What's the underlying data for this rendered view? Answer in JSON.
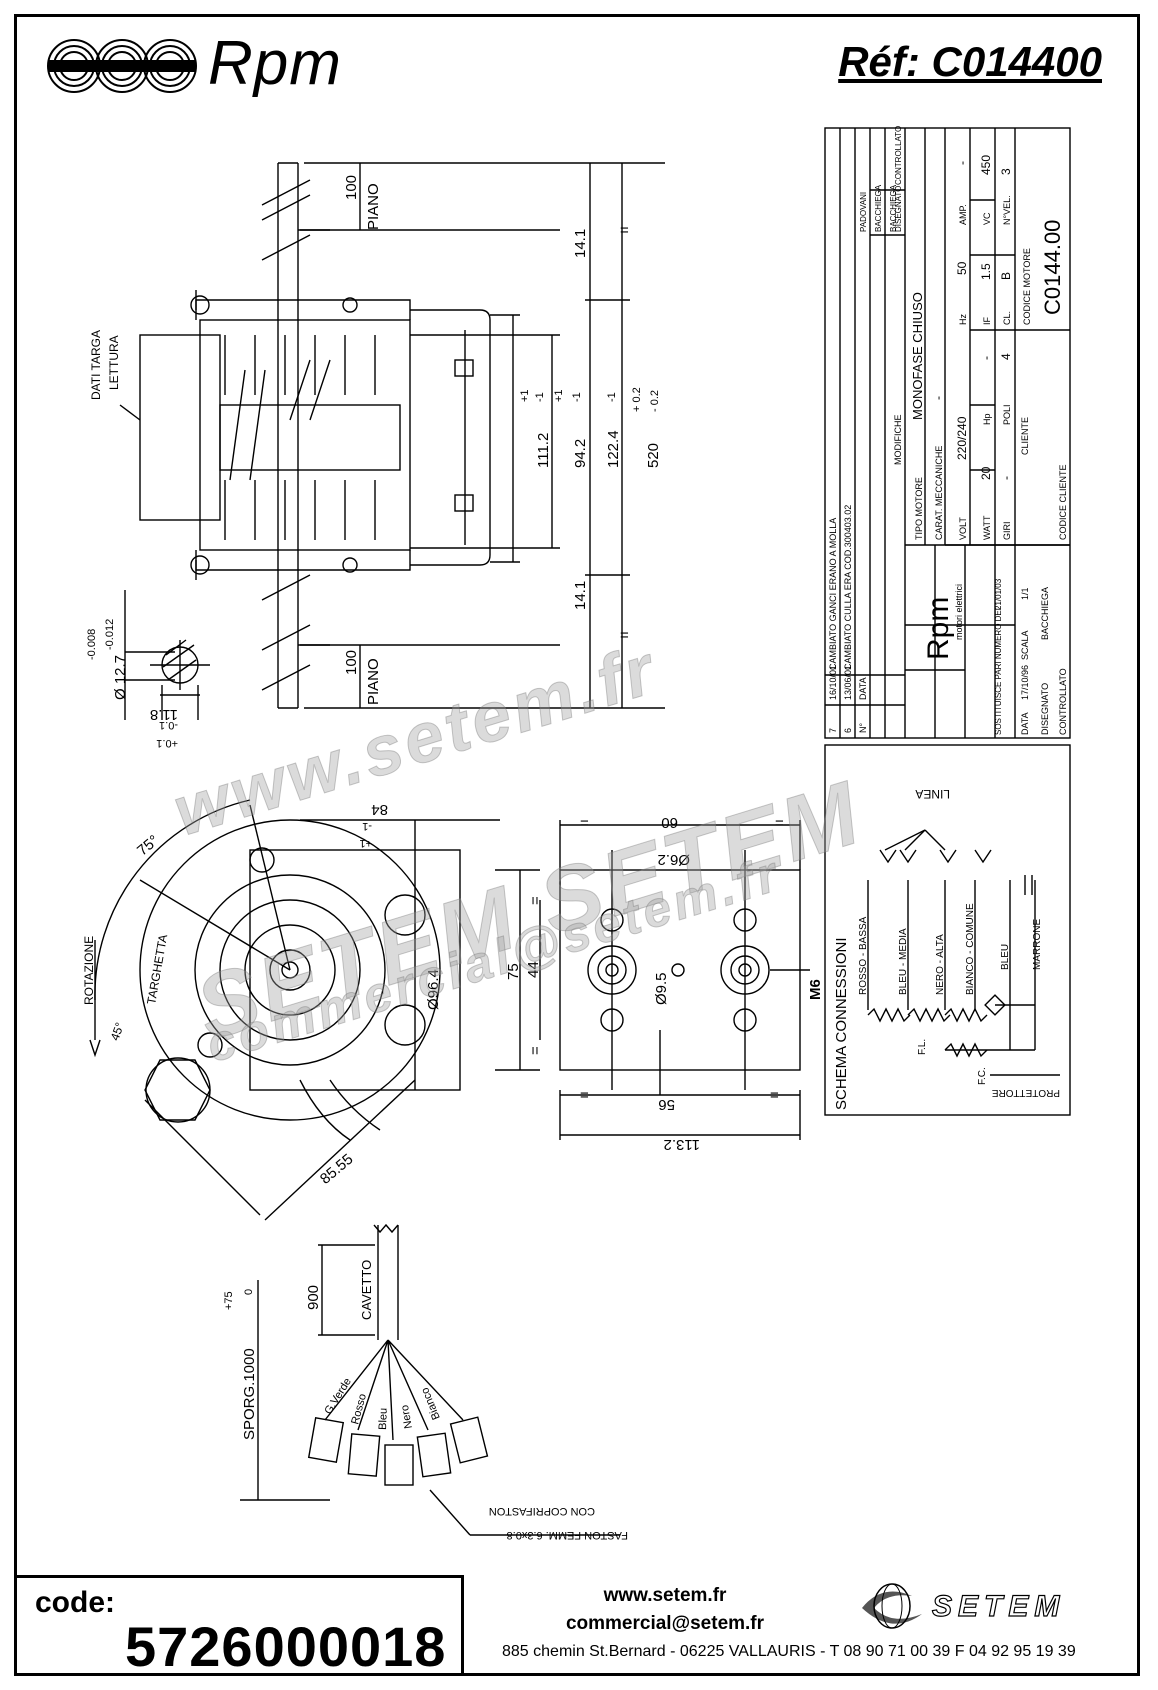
{
  "header": {
    "brand": "Rpm",
    "reference": "Réf:  C014400"
  },
  "drawing_labels": {
    "piano_top": "PIANO",
    "piano_bottom": "PIANO",
    "dim_100_top": "100",
    "dim_100_bottom": "100",
    "dim_141_top": "14.1",
    "dim_141_bottom": "14.1",
    "dim_1112": "111.2",
    "dim_942": "94.2",
    "dim_1224": "122.4",
    "dim_520": "520",
    "tol_p1a": "+1",
    "tol_m1a": "-1",
    "tol_p1b": "+1",
    "tol_m1b": "-1",
    "tol_m1c": "-1",
    "tol_p02": "+ 0.2",
    "tol_m02": "- 0.2",
    "dati_targa": "DATI TARGA",
    "lettura": "LETTURA",
    "shaft_dia": "Ø 12.7",
    "shaft_tol_upper": "-0.008",
    "shaft_tol_lower": "-0.012",
    "flat_dim": "11.8",
    "flat_tol_a": "-0.1",
    "flat_tol_b": "+0.1",
    "angle_75": "75°",
    "angle_45": "45°",
    "rotazione": "ROTAZIONE",
    "targhetta": "TARGHETTA",
    "dim_84": "84",
    "dim_84_tol_a": "-1",
    "dim_84_tol_b": "+1",
    "dim_964": "Ø96.4",
    "dim_8555": "85.55",
    "dim_60": "60",
    "dim_62": "Ø6.2",
    "dim_95": "Ø9.5",
    "dim_m6": "M6",
    "dim_75": "75",
    "dim_44": "44",
    "dim_56": "56",
    "dim_1132": "113.2",
    "eq": "=",
    "dim_900": "900",
    "cavetto": "CAVETTO",
    "sporg": "SPORG.1000",
    "sporg_tol_a": "+75",
    "sporg_tol_b": "0",
    "wire_gverde": "G.Verde",
    "wire_rosso": "Rosso",
    "wire_bleu": "Bleu",
    "wire_nero": "Nero",
    "wire_bianco": "Bianco",
    "con_copri": "CON COPRIFASTON",
    "faston": "FASTON FEMM. 6.3x0.8"
  },
  "title_block": {
    "rows": [
      {
        "n": "7",
        "date": "16/10/01",
        "text": "CAMBIATO GANCI ERANO A MOLLA"
      },
      {
        "n": "6",
        "date": "13/06/01",
        "text": "CAMBIATO CULLA ERA COD.300403.02"
      },
      {
        "n": "N°",
        "date": "DATA",
        "text": "MODIFICHE"
      }
    ],
    "signatures": [
      "PADOVANI",
      "BACCHIEGA",
      "BACCHIEGA",
      "DISEGNATO",
      "CONTROLLATO"
    ],
    "brand": "Rpm",
    "brand_sub": "motori elettrici",
    "tipo_motore_label": "TIPO MOTORE",
    "tipo_motore_value": "MONOFASE CHIUSO",
    "carat_label": "CARAT. MECCANICHE",
    "carat_value": "-",
    "volt_label": "VOLT",
    "volt_value": "220/240",
    "hz_label": "Hz",
    "hz_value": "50",
    "amp_label": "AMP.",
    "amp_value": "-",
    "watt_label": "WATT",
    "watt_value": "20",
    "hp_label": "Hp",
    "hp_value": "-",
    "if_label": "IF",
    "if_value": "1.5",
    "vc_label": "VC",
    "vc_value": "450",
    "giri_label": "GIRI",
    "giri_value": "-",
    "poli_label": "POLI",
    "poli_value": "4",
    "cl_label": "CL.",
    "cl_value": "B",
    "nvel_label": "N°VEL.",
    "nvel_value": "3",
    "sostituisce": "SOSTITUISCE PARI NUMERO DEL",
    "sost_date": "21/01/03",
    "data_label": "DATA",
    "data_value": "17/10/96",
    "scala_label": "SCALA",
    "scala_value": "1/1",
    "disegnato_label": "DISEGNATO",
    "disegnato_value": "BACCHIEGA",
    "controllato_label": "CONTROLLATO",
    "cliente_label": "CLIENTE",
    "codice_cliente_label": "CODICE CLIENTE",
    "codice_motore_label": "CODICE MOTORE",
    "codice_motore_value": "C0144.00"
  },
  "schema": {
    "title": "SCHEMA CONNESSIONI",
    "linea": "LINEA",
    "wires": [
      "ROSSO - BASSA",
      "BLEU - MEDIA",
      "NERO - ALTA",
      "BIANCO - COMUNE",
      "BLEU",
      "MARRONE"
    ],
    "fl": "F.L.",
    "fc": "F.C.",
    "protettore": "PROTETTORE"
  },
  "watermark": {
    "line1": "www.setem.fr",
    "line2": "SETEM SETEM",
    "line3": "commercial@setem.fr"
  },
  "footer": {
    "code_label": "code:",
    "code_value": "5726000018",
    "web": "www.setem.fr",
    "email": "commercial@setem.fr",
    "address": "885 chemin St.Bernard  -  06225 VALLAURIS  -  T 08 90 71 00 39   F 04 92 95 19 39",
    "company": "SETEM"
  }
}
